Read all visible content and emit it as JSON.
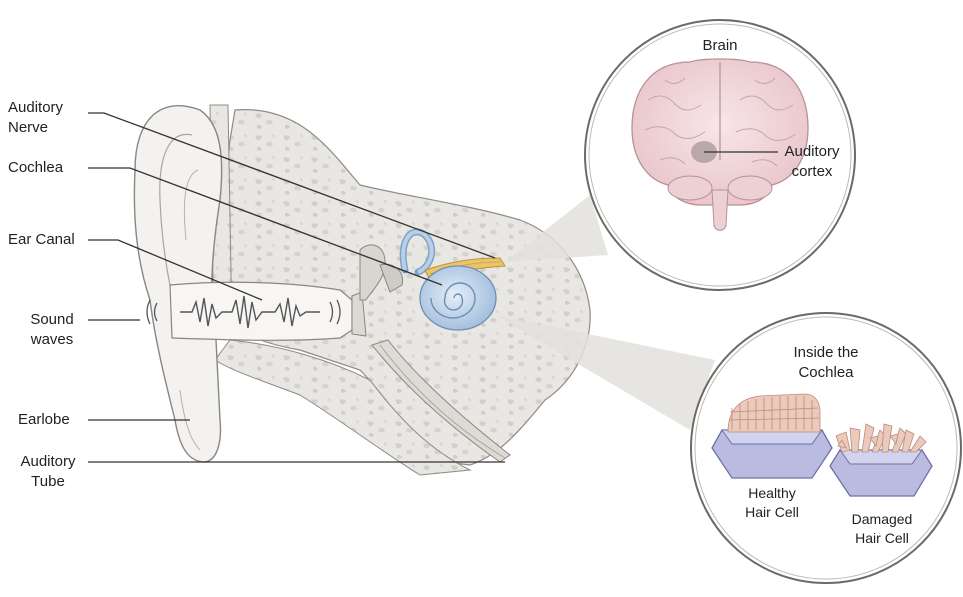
{
  "labels": {
    "auditory_nerve": "Auditory\nNerve",
    "cochlea": "Cochlea",
    "ear_canal": "Ear Canal",
    "sound_waves": "Sound\nwaves",
    "earlobe": "Earlobe",
    "auditory_tube": "Auditory\nTube"
  },
  "brain_inset": {
    "title": "Brain",
    "cortex_label": "Auditory\ncortex"
  },
  "cochlea_inset": {
    "title": "Inside the\nCochlea",
    "healthy_label": "Healthy\nHair Cell",
    "damaged_label": "Damaged\nHair Cell"
  },
  "colors": {
    "bone": "#e8e6e2",
    "skin": "#f2f1ef",
    "cochlea_blue": "#b8cfe6",
    "brain_pink": "#f2d9dc",
    "nerve_yellow": "#e9c46a",
    "hair_cell": "#e7c4b6",
    "base_purple": "#b9bbe0"
  }
}
